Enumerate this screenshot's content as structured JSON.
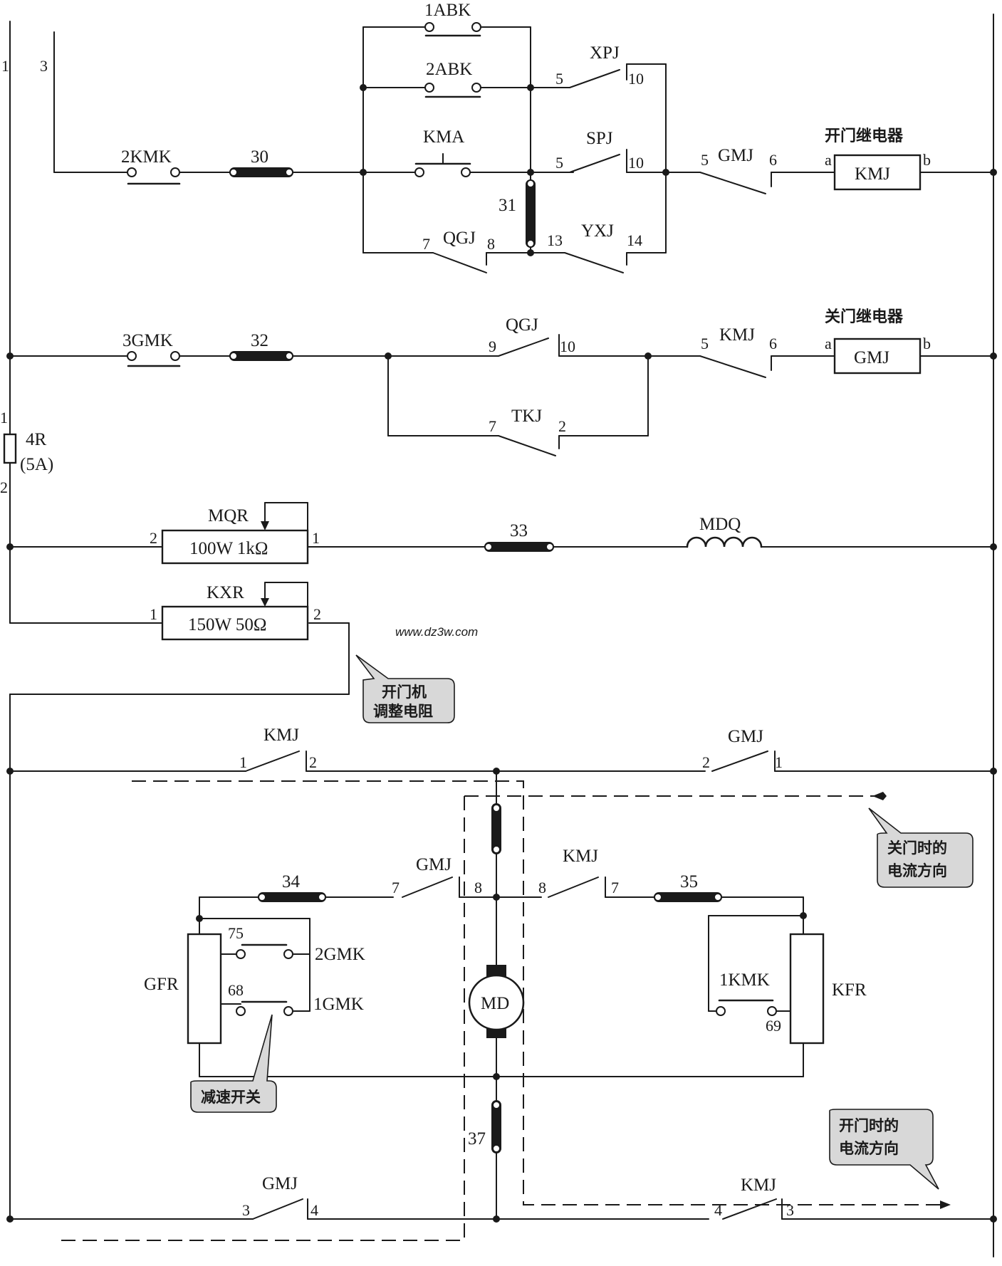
{
  "web_url": "www.dz3w.com",
  "relays": {
    "open_title": "开门继电器",
    "open_name": "KMJ",
    "close_title": "关门继电器",
    "close_name": "GMJ",
    "coil_a": "a",
    "coil_b": "b"
  },
  "switches": {
    "kmk2": "2KMK",
    "gmk3": "3GMK",
    "abk1": "1ABK",
    "abk2": "2ABK",
    "kma": "KMA",
    "gmk2": "2GMK",
    "gmk1": "1GMK",
    "kmk1": "1KMK"
  },
  "contacts": {
    "xpj": "XPJ",
    "spj": "SPJ",
    "qgj": "QGJ",
    "yxj": "YXJ",
    "gmj": "GMJ",
    "kmj": "KMJ",
    "tkj": "TKJ"
  },
  "fuse": {
    "name": "4R",
    "rating": "(5A)"
  },
  "resistors": {
    "mqr": "MQR",
    "mqr_value": "100W 1kΩ",
    "kxr": "KXR",
    "kxr_value": "150W 50Ω",
    "gfr": "GFR",
    "kfr": "KFR"
  },
  "coil": "MDQ",
  "motor": "MD",
  "links": {
    "l30": "30",
    "l31": "31",
    "l32": "32",
    "l33": "33",
    "l34": "34",
    "l35": "35",
    "l37": "37"
  },
  "pins": {
    "p1": "1",
    "p2": "2",
    "p3": "3",
    "p4": "4",
    "p5": "5",
    "p6": "6",
    "p7": "7",
    "p8": "8",
    "p9": "9",
    "p10": "10",
    "p13": "13",
    "p14": "14",
    "p68": "68",
    "p69": "69",
    "p75": "75"
  },
  "callouts": {
    "open_resistor_l1": "开门机",
    "open_resistor_l2": "调整电阻",
    "close_current_l1": "关门时的",
    "close_current_l2": "电流方向",
    "open_current_l1": "开门时的",
    "open_current_l2": "电流方向",
    "slow_switch": "减速开关"
  }
}
